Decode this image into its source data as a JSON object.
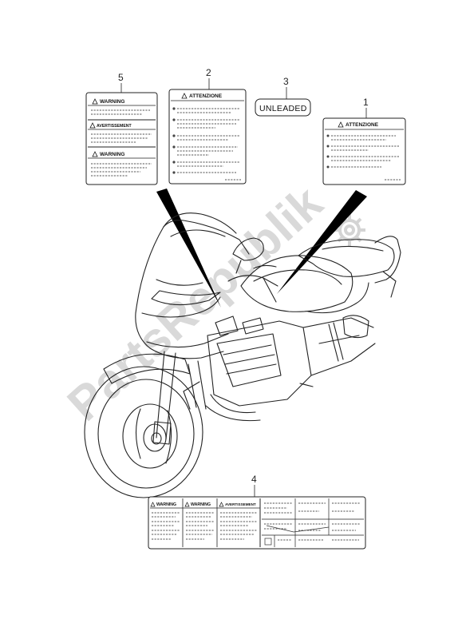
{
  "callouts": {
    "c1": "1",
    "c2": "2",
    "c3": "3",
    "c4": "4",
    "c5": "5"
  },
  "labels": {
    "label1_header": "ATTENZIONE",
    "label2_header": "ATTENZIONE",
    "label3_text": "UNLEADED",
    "label5_headers": [
      "WARNING",
      "AVERTISSEMENT",
      "WARNING"
    ],
    "label4_headers": [
      "WARNING",
      "WARNING",
      "AVERTISSEMENT"
    ]
  },
  "watermark": "PartsRepublik",
  "colors": {
    "line": "#222222",
    "watermark": "#d9d9d9",
    "background": "#ffffff"
  }
}
